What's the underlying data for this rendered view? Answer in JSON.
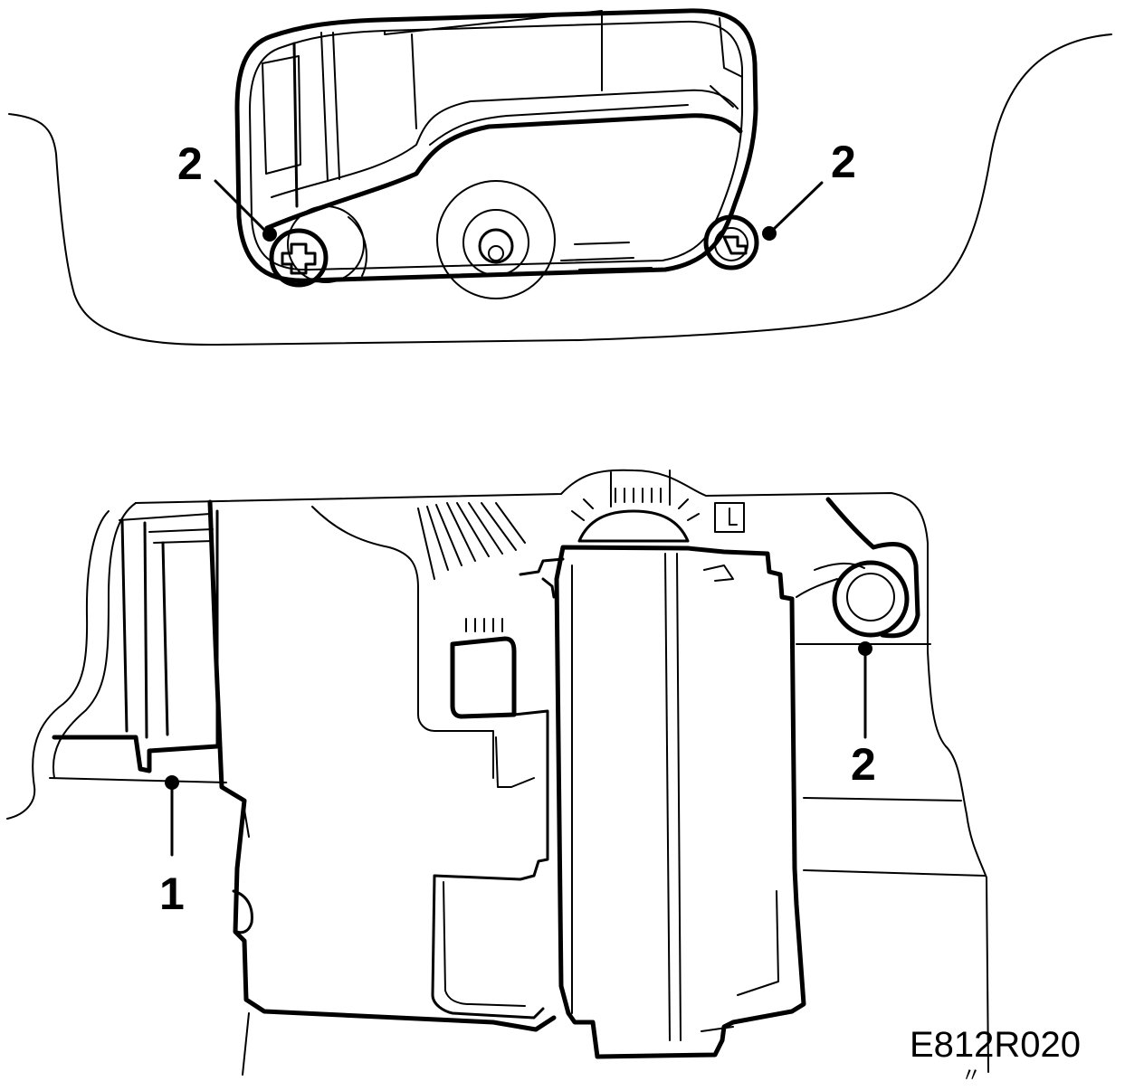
{
  "callouts": {
    "top_left": "2",
    "top_right": "2",
    "bottom_left": "1",
    "bottom_right": "2"
  },
  "figure_code": "E812R020",
  "figure_code_mark": "〃",
  "colors": {
    "ink": "#000000",
    "paper": "#ffffff"
  }
}
